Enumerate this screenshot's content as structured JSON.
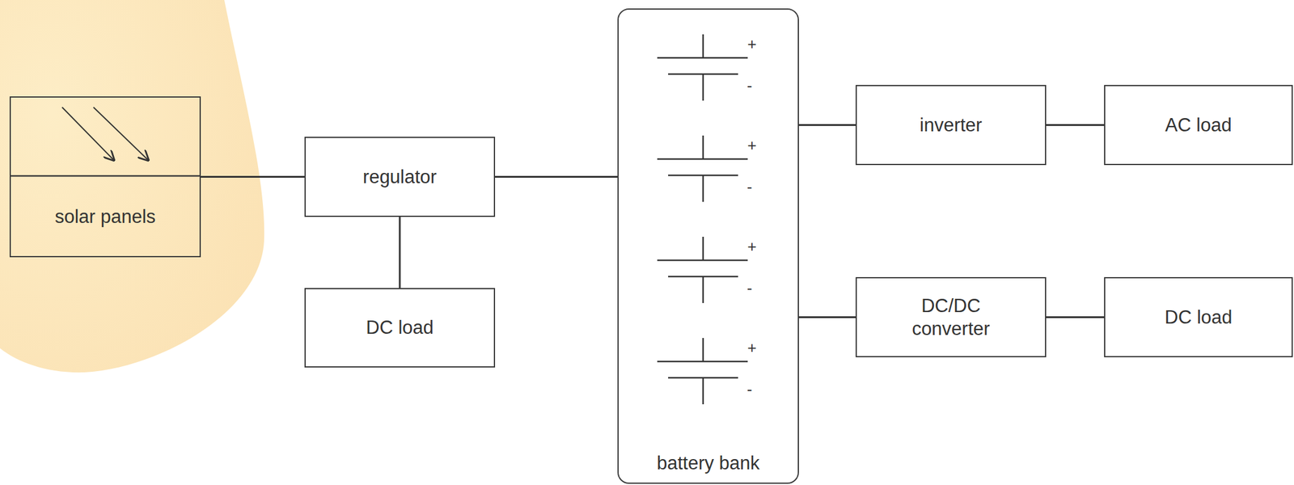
{
  "diagram": {
    "nodes": [
      {
        "text": [
          "solar panels"
        ]
      },
      {
        "text": [
          "regulator"
        ]
      },
      {
        "text": [
          "DC load"
        ]
      },
      {
        "text": [
          "battery bank"
        ]
      },
      {
        "text": [
          "inverter"
        ]
      },
      {
        "text": [
          "AC load"
        ]
      },
      {
        "text": [
          "DC/DC converter"
        ]
      },
      {
        "text": [
          "DC load"
        ]
      }
    ],
    "edges": [
      {
        "from": 0,
        "to": 1,
        "arrow": "none"
      },
      {
        "from": 1,
        "to": 2,
        "arrow": "none"
      },
      {
        "from": 1,
        "to": 3,
        "arrow": "none"
      },
      {
        "from": 3,
        "to": 4,
        "arrow": "none"
      },
      {
        "from": 4,
        "to": 5,
        "arrow": "none"
      },
      {
        "from": 3,
        "to": 6,
        "arrow": "none"
      },
      {
        "from": 6,
        "to": 7,
        "arrow": "none"
      }
    ],
    "labels": [
      "+",
      "-",
      "+",
      "-",
      "+",
      "-",
      "+",
      "-"
    ]
  }
}
